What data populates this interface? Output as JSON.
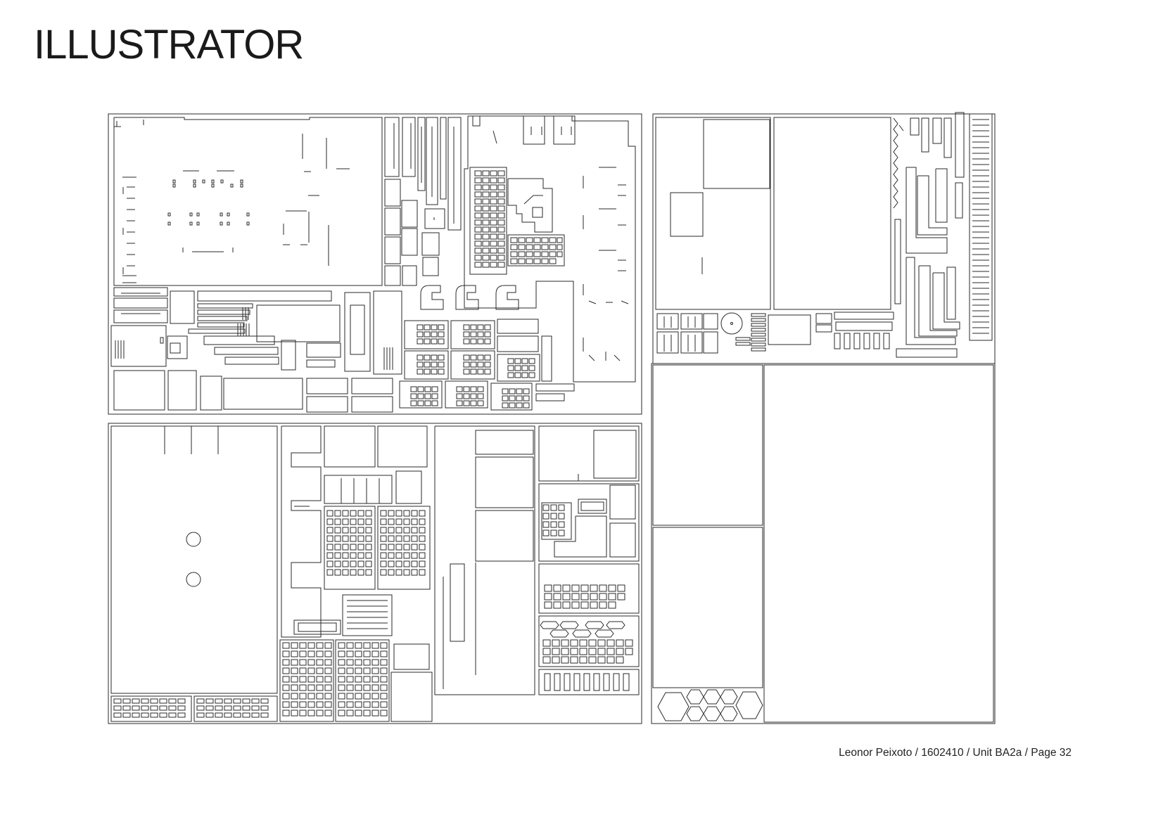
{
  "header": {
    "title": "ILLUSTRATOR"
  },
  "footer": {
    "credit": "Leonor Peixoto / 1602410 / Unit BA2a / Page 32"
  },
  "colors": {
    "background": "#ffffff",
    "stroke": "#2a2a2a",
    "text": "#1a1a1a"
  },
  "diagram": {
    "kind": "laser-cut nesting layout",
    "sheets": [
      "top-left-sheet",
      "bottom-left-sheet",
      "right-top-sheet",
      "right-bottom-sheet"
    ]
  }
}
